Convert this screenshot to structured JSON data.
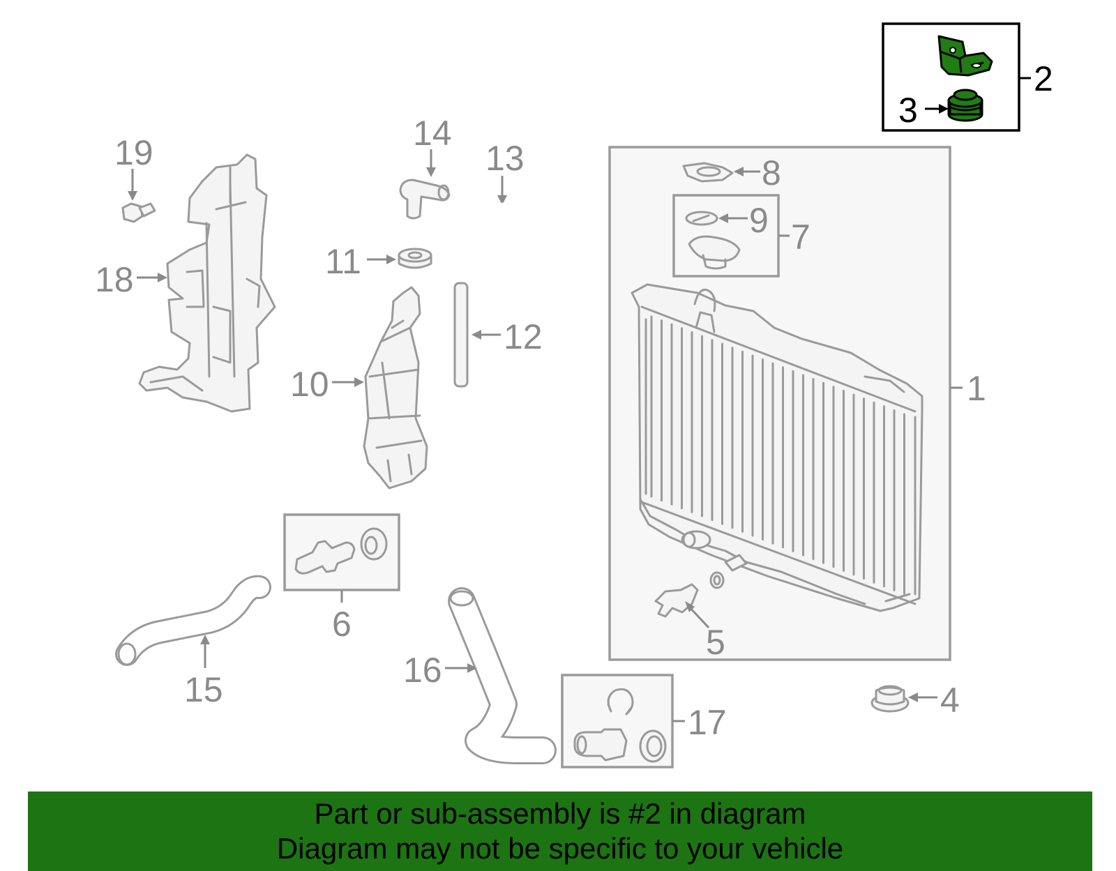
{
  "colors": {
    "highlight_part": "#1f7d14",
    "banner_background": "#1c7412",
    "part_outline": "#9a9a9a",
    "inactive_label": "#8a8a8a",
    "active_label": "#000000"
  },
  "callouts": {
    "c1": "1",
    "c2": "2",
    "c3": "3",
    "c4": "4",
    "c5": "5",
    "c6": "6",
    "c7": "7",
    "c8": "8",
    "c9": "9",
    "c10": "10",
    "c11": "11",
    "c12": "12",
    "c13": "13",
    "c14": "14",
    "c15": "15",
    "c16": "16",
    "c17": "17",
    "c18": "18",
    "c19": "19"
  },
  "highlighted_parts": [
    "2",
    "3"
  ],
  "banner": {
    "line1": "Part or sub-assembly is #2 in diagram",
    "line2": "Diagram may not be specific to your vehicle"
  }
}
